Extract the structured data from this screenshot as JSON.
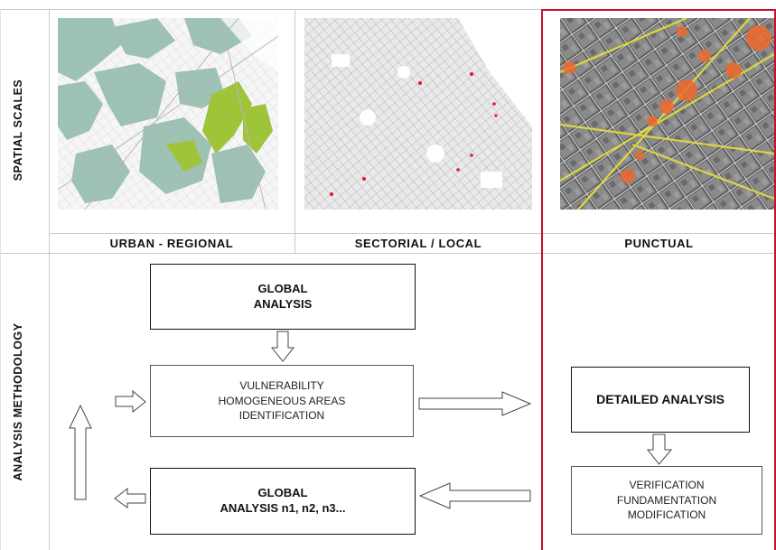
{
  "rows": {
    "spatial_scales_label": "SPATIAL SCALES",
    "methodology_label": "ANALYSIS METHODOLOGY"
  },
  "columns": [
    {
      "label": "URBAN - REGIONAL"
    },
    {
      "label": "SECTORIAL / LOCAL"
    },
    {
      "label": "PUNCTUAL"
    }
  ],
  "boxes": {
    "global_analysis": [
      "GLOBAL",
      "ANALYSIS"
    ],
    "vulnerability": [
      "VULNERABILITY",
      "HOMOGENEOUS AREAS",
      "IDENTIFICATION"
    ],
    "global_analysis_n": [
      "GLOBAL",
      "ANALYSIS n1, n2, n3..."
    ],
    "detailed_analysis": [
      "DETAILED ANALYSIS"
    ],
    "verification": [
      "VERIFICATION",
      "FUNDAMENTATION",
      "MODIFICATION"
    ]
  },
  "colors": {
    "highlight_border": "#c8102e",
    "urban_map_green": "#8fb9a8",
    "urban_map_lime": "#9fc43a",
    "local_map_red": "#d81e2a",
    "punctual_map_orange": "#f06a2b",
    "punctual_map_yellow": "#e6e03a"
  }
}
